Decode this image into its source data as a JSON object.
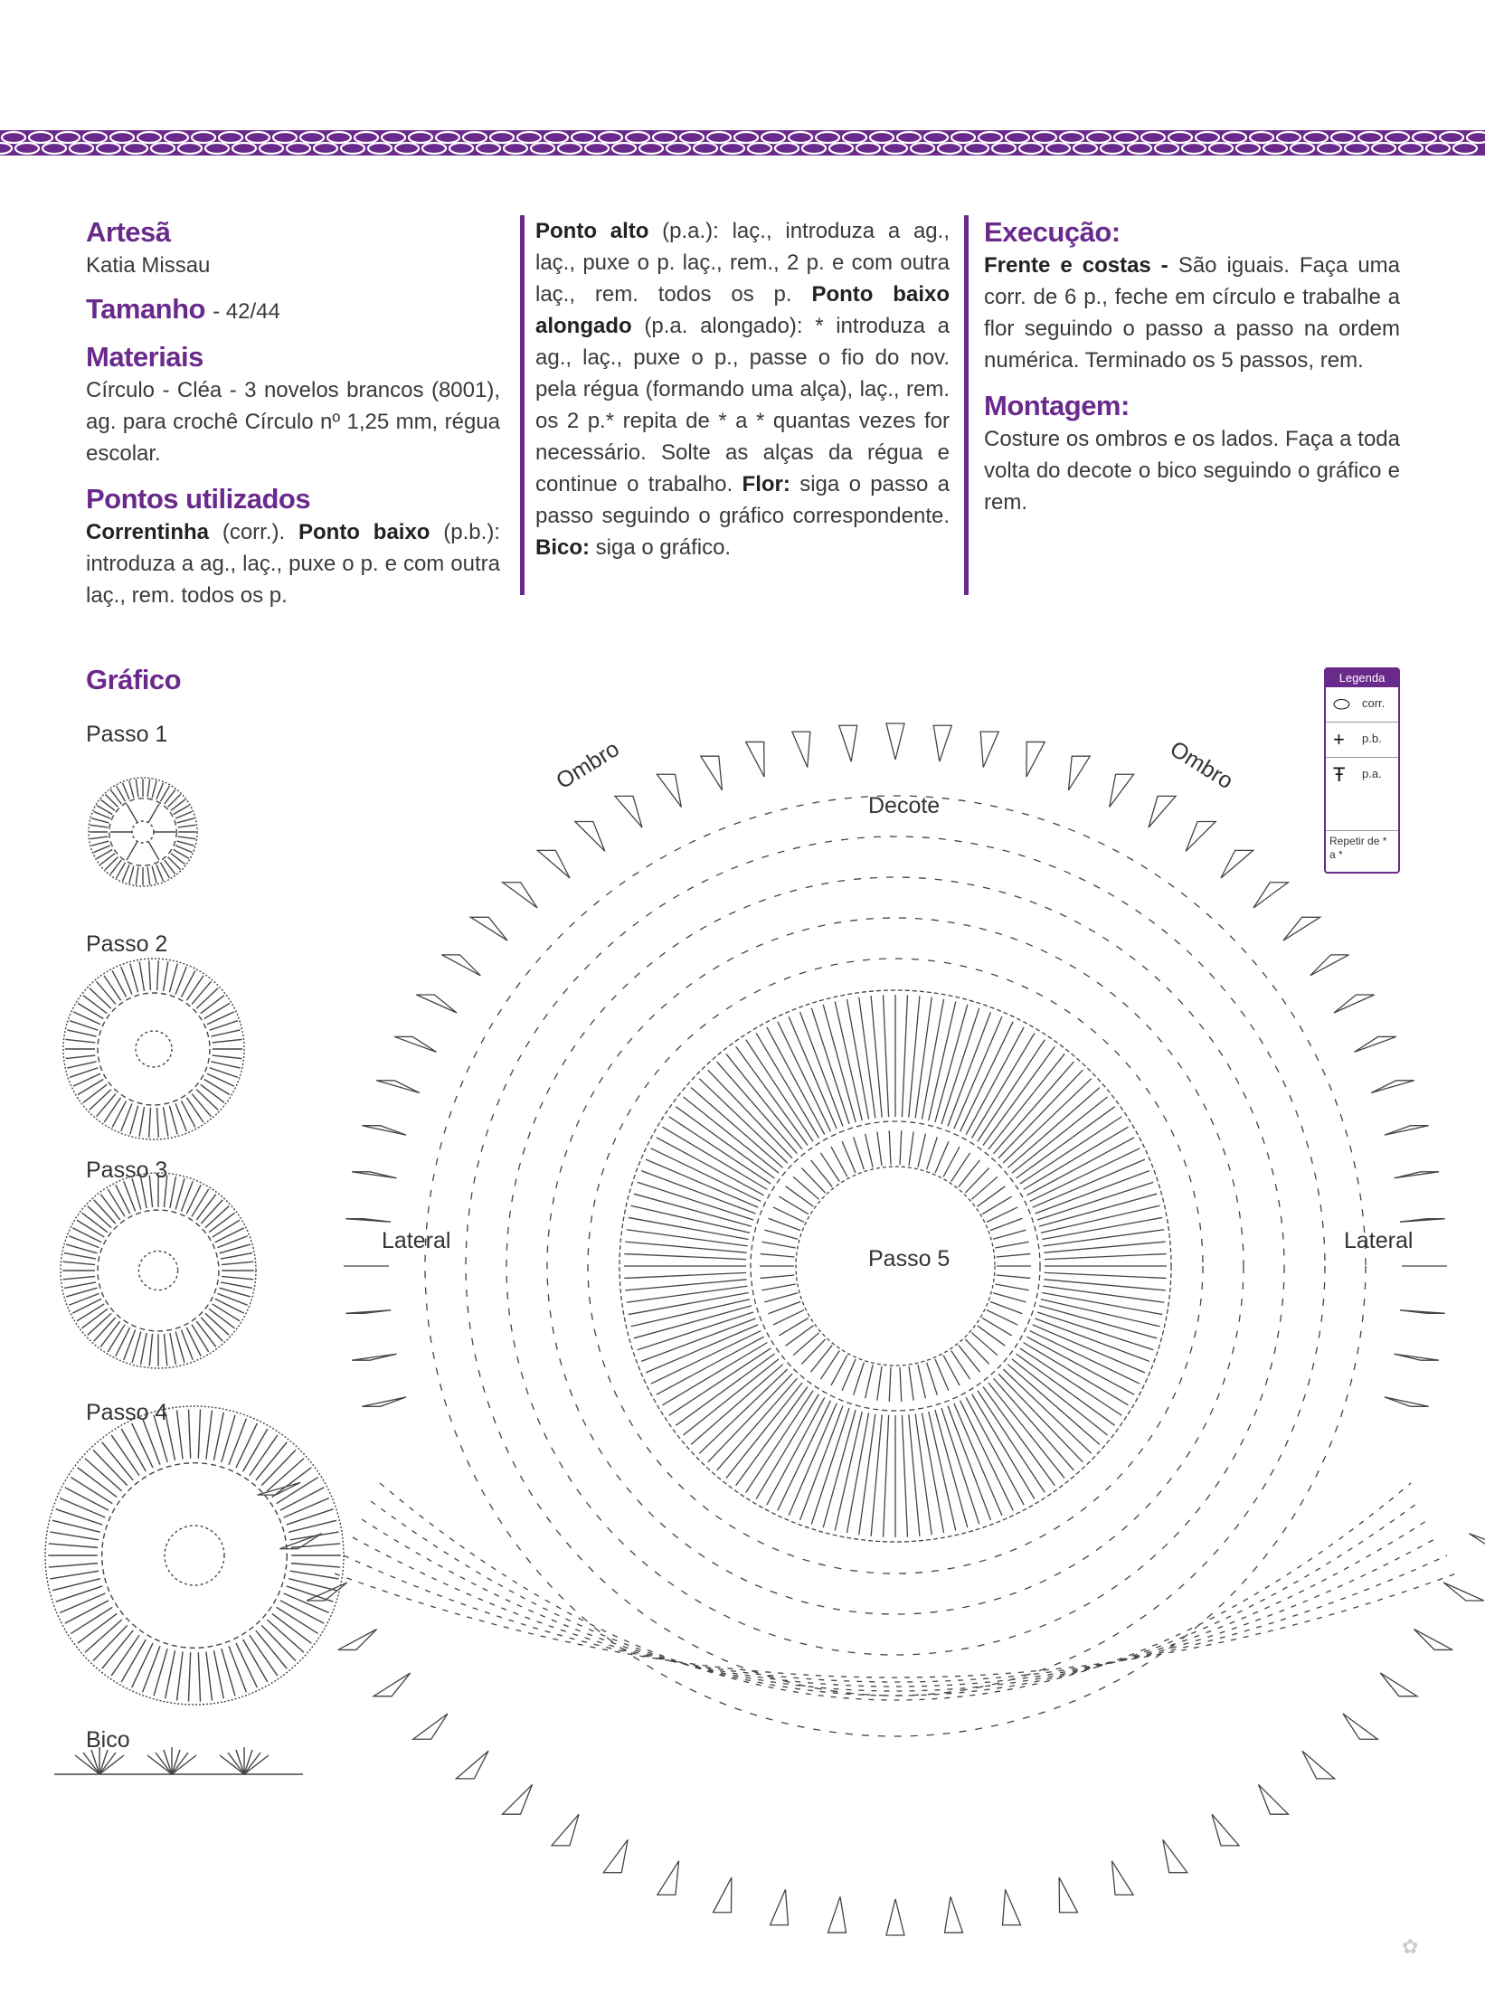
{
  "colors": {
    "accent": "#6a2a8c"
  },
  "artesa": {
    "heading": "Artesã",
    "name": "Katia Missau"
  },
  "tamanho": {
    "heading": "Tamanho",
    "value": "- 42/44"
  },
  "materiais": {
    "heading": "Materiais",
    "text": "Círculo - Cléa - 3 novelos brancos (8001), ag. para crochê Círculo nº 1,25 mm, régua escolar."
  },
  "pontos": {
    "heading": "Pontos utilizados",
    "corr_b": "Correntinha",
    "corr_t": " (corr.). ",
    "pb_b": "Ponto baixo",
    "pb_t": " (p.b.): introduza a ag., laç., puxe o p. e com outra laç., rem. todos os p. ",
    "pa_b": "Ponto alto",
    "pa_t": " (p.a.): laç., introduza a ag., laç., puxe o p. laç., rem., 2 p. e com outra laç., rem. todos os p. ",
    "pba_b": "Ponto baixo alongado",
    "pba_t": " (p.a. alongado): * introduza a ag., laç., puxe o p., passe o fio do nov. pela régua (formando uma alça), laç., rem. os 2 p.* repita de * a * quantas vezes for necessário. Solte as alças da régua e continue o trabalho. ",
    "flor_b": "Flor:",
    "flor_t": " siga o passo a passo seguindo o gráfico correspondente. ",
    "bico_b": "Bico:",
    "bico_t": " siga o gráfico."
  },
  "execucao": {
    "heading": "Execução:",
    "lead": "Frente e costas -",
    "text": " São iguais. Faça uma corr. de 6 p., feche em círculo e trabalhe a flor seguindo o passo a passo na ordem numérica. Terminado os 5 passos, rem."
  },
  "montagem": {
    "heading": "Montagem:",
    "text": "Costure os ombros e os lados. Faça a toda volta do decote o bico seguindo o gráfico e rem."
  },
  "grafico": {
    "heading": "Gráfico",
    "steps": [
      "Passo 1",
      "Passo 2",
      "Passo 3",
      "Passo 4"
    ],
    "bico": "Bico",
    "passo5": "Passo 5",
    "decote": "Decote",
    "ombro": "Ombro",
    "lateral": "Lateral"
  },
  "legend": {
    "title": "Legenda",
    "corr": "corr.",
    "pb": "p.b.",
    "pa": "p.a.",
    "repeat": "Repetir de * a *"
  }
}
